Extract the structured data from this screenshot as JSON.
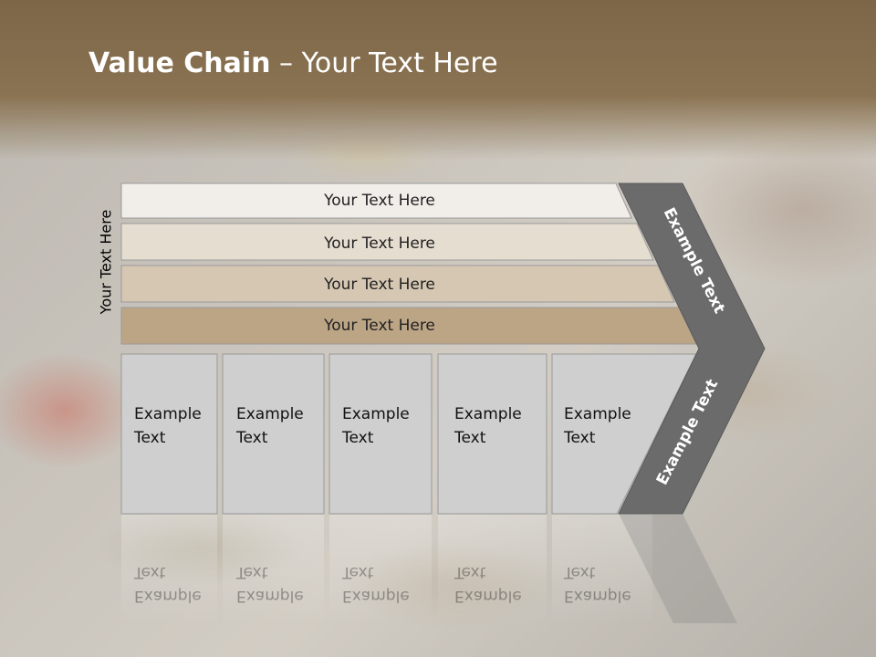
{
  "title": {
    "bold": "Value Chain",
    "rest": " – Your Text Here"
  },
  "side_label": "Your Text Here",
  "bars": [
    {
      "label": "Your Text Here",
      "color": "#f1eeea"
    },
    {
      "label": "Your Text Here",
      "color": "#e6ddd1"
    },
    {
      "label": "Your Text Here",
      "color": "#d6c7b3"
    },
    {
      "label": "Your Text Here",
      "color": "#bca585"
    }
  ],
  "boxes": [
    {
      "line1": "Example",
      "line2": "Text"
    },
    {
      "line1": "Example",
      "line2": "Text"
    },
    {
      "line1": "Example",
      "line2": "Text"
    },
    {
      "line1": "Example",
      "line2": "Text"
    },
    {
      "line1": "Example",
      "line2": "Text"
    }
  ],
  "chevron": {
    "upper": "Example Text",
    "lower": "Example Text",
    "color": "#6b6b6b"
  },
  "colors": {
    "header": "#7d6648",
    "box_fill": "#cfcfcf",
    "box_stroke": "#9a9a9a"
  }
}
